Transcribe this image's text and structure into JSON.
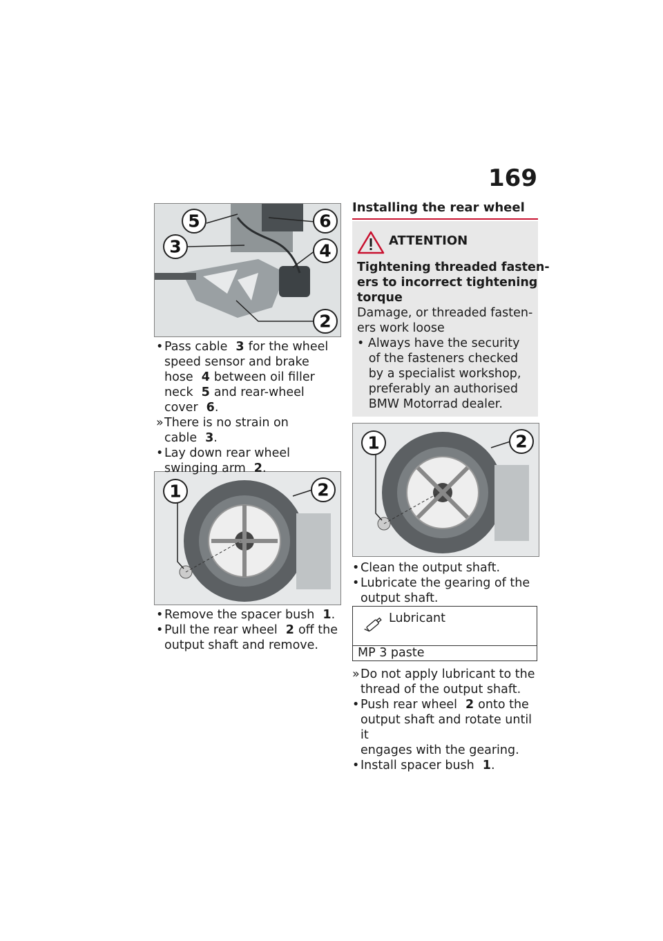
{
  "page": {
    "number": "169"
  },
  "figures": {
    "fig1": {
      "callouts": [
        "5",
        "6",
        "3",
        "4",
        "2"
      ]
    },
    "fig2": {
      "callouts": [
        "1",
        "2"
      ]
    },
    "fig3": {
      "callouts": [
        "1",
        "2"
      ]
    }
  },
  "left": {
    "block1": [
      {
        "marker": "•",
        "text": "Pass cable",
        "ref": "3",
        "tail": "for the wheel"
      },
      {
        "text": "speed sensor and brake"
      },
      {
        "text": "hose",
        "ref": "4",
        "tail": "between oil filler"
      },
      {
        "text": "neck",
        "ref": "5",
        "tail": "and rear-wheel"
      },
      {
        "text": "cover",
        "ref": "6",
        "tail": "."
      },
      {
        "marker": "»",
        "text": "There is no strain on cable",
        "ref": "3",
        "tail": "."
      },
      {
        "marker": "•",
        "text": "Lay down rear wheel"
      },
      {
        "text": "swinging arm",
        "ref": "2",
        "tail": "."
      }
    ],
    "block2": [
      {
        "marker": "•",
        "text": "Remove the spacer bush",
        "ref": "1",
        "tail": "."
      },
      {
        "marker": "•",
        "text": "Pull the rear wheel",
        "ref": "2",
        "tail": "off the"
      },
      {
        "text": "output shaft and remove."
      }
    ]
  },
  "right": {
    "heading": "Installing the rear wheel",
    "attention": {
      "title": "ATTENTION",
      "lines": [
        {
          "text": "Tightening threaded fasten-",
          "bold": true
        },
        {
          "text": "ers to incorrect tightening",
          "bold": true
        },
        {
          "text": "torque",
          "bold": true
        },
        {
          "text": "Damage, or threaded fasten-"
        },
        {
          "text": "ers work loose"
        },
        {
          "text": "• Always have the security"
        },
        {
          "text": "   of the fasteners checked"
        },
        {
          "text": "   by a specialist workshop,"
        },
        {
          "text": "   preferably an authorised"
        },
        {
          "text": "   BMW Motorrad dealer."
        }
      ]
    },
    "block3": [
      {
        "marker": "•",
        "text": "Clean the output shaft."
      },
      {
        "marker": "•",
        "text": "Lubricate the gearing of the"
      },
      {
        "text": "output shaft."
      }
    ],
    "lubricant": {
      "header": "Lubricant",
      "value": "MP 3 paste"
    },
    "block4": [
      {
        "marker": "»",
        "text": "Do not apply lubricant to the"
      },
      {
        "text": "thread of the output shaft."
      },
      {
        "marker": "•",
        "text": "Push rear wheel",
        "ref": "2",
        "tail": "onto the"
      },
      {
        "text": "output shaft and rotate until it"
      },
      {
        "text": "engages with the gearing."
      },
      {
        "marker": "•",
        "text": "Install spacer bush",
        "ref": "1",
        "tail": "."
      }
    ]
  }
}
